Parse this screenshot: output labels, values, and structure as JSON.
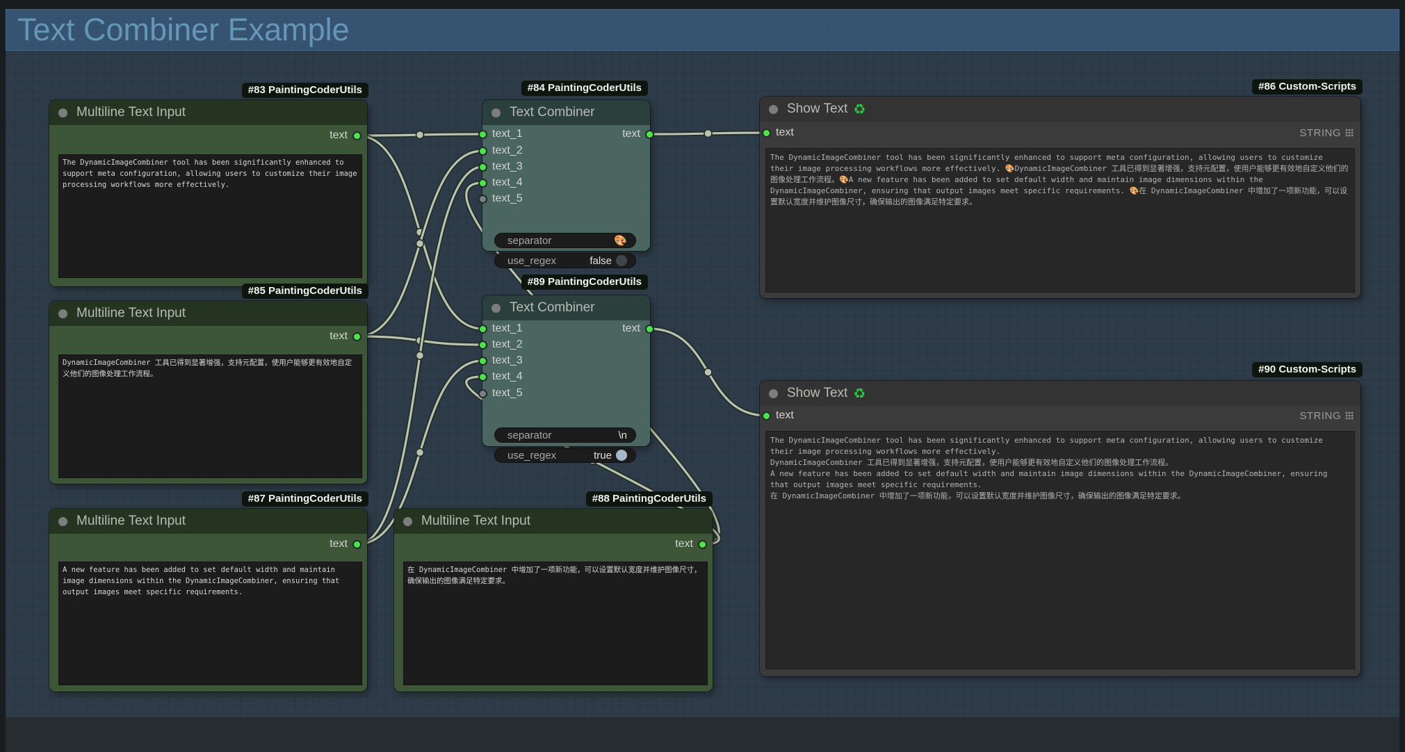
{
  "banner": {
    "title": "Text Combiner Example"
  },
  "colors": {
    "wire": "#b7c2b1",
    "wire_outline": "#232a23",
    "port_connected": "#4ce44c",
    "port_unconnected": "#7b8089",
    "toggle_true": "#a6b9cb",
    "toggle_false": "#41454d",
    "banner_text": "#6596b8",
    "show_text_icon": "#27c93f"
  },
  "nodes": {
    "input83": {
      "badge": "#83 PaintingCoderUtils",
      "title": "Multiline Text Input",
      "output_label": "text",
      "text": "The DynamicImageCombiner tool has been significantly enhanced to support meta configuration, allowing users to customize their image processing workflows more effectively."
    },
    "input85": {
      "badge": "#85 PaintingCoderUtils",
      "title": "Multiline Text Input",
      "output_label": "text",
      "text": "DynamicImageCombiner 工具已得到显著增强，支持元配置，使用户能够更有效地自定义他们的图像处理工作流程。"
    },
    "input87": {
      "badge": "#87 PaintingCoderUtils",
      "title": "Multiline Text Input",
      "output_label": "text",
      "text": "A new feature has been added to set default width and maintain image dimensions within the DynamicImageCombiner, ensuring that output images meet specific requirements."
    },
    "input88": {
      "badge": "#88 PaintingCoderUtils",
      "title": "Multiline Text Input",
      "output_label": "text",
      "text": "在 DynamicImageCombiner 中增加了一项新功能，可以设置默认宽度并维护图像尺寸，确保输出的图像满足特定要求。"
    },
    "combiner84": {
      "badge": "#84 PaintingCoderUtils",
      "title": "Text Combiner",
      "inputs": [
        "text_1",
        "text_2",
        "text_3",
        "text_4",
        "text_5"
      ],
      "output_label": "text",
      "separator_label": "separator",
      "separator_value": "🎨",
      "use_regex_label": "use_regex",
      "use_regex_value": "false"
    },
    "combiner89": {
      "badge": "#89 PaintingCoderUtils",
      "title": "Text Combiner",
      "inputs": [
        "text_1",
        "text_2",
        "text_3",
        "text_4",
        "text_5"
      ],
      "output_label": "text",
      "separator_label": "separator",
      "separator_value": "\\n",
      "use_regex_label": "use_regex",
      "use_regex_value": "true"
    },
    "show86": {
      "badge": "#86 Custom-Scripts",
      "title": "Show Text",
      "icon": "♻",
      "input_label": "text",
      "type_label": "STRING",
      "text": "The DynamicImageCombiner tool has been significantly enhanced to support meta configuration, allowing users to customize their image processing workflows more effectively. 🎨DynamicImageCombiner 工具已得到显著增强，支持元配置，使用户能够更有效地自定义他们的图像处理工作流程。🎨A new feature has been added to set default width and maintain image dimensions within the DynamicImageCombiner, ensuring that output images meet specific requirements. 🎨在 DynamicImageCombiner 中增加了一项新功能，可以设置默认宽度并维护图像尺寸，确保输出的图像满足特定要求。"
    },
    "show90": {
      "badge": "#90 Custom-Scripts",
      "title": "Show Text",
      "icon": "♻",
      "input_label": "text",
      "type_label": "STRING",
      "text": "The DynamicImageCombiner tool has been significantly enhanced to support meta configuration, allowing users to customize their image processing workflows more effectively.\nDynamicImageCombiner 工具已得到显著增强，支持元配置，使用户能够更有效地自定义他们的图像处理工作流程。\nA new feature has been added to set default width and maintain image dimensions within the DynamicImageCombiner, ensuring that output images meet specific requirements.\n在 DynamicImageCombiner 中增加了一项新功能，可以设置默认宽度并维护图像尺寸，确保输出的图像满足特定要求。"
    }
  },
  "links": [
    {
      "from": "input83:out",
      "to": "combiner84:in1"
    },
    {
      "from": "input83:out",
      "to": "combiner89:in1"
    },
    {
      "from": "input85:out",
      "to": "combiner84:in2"
    },
    {
      "from": "input85:out",
      "to": "combiner89:in2"
    },
    {
      "from": "input87:out",
      "to": "combiner84:in3"
    },
    {
      "from": "input87:out",
      "to": "combiner89:in3"
    },
    {
      "from": "input88:out",
      "to": "combiner84:in4"
    },
    {
      "from": "input88:out",
      "to": "combiner89:in4"
    },
    {
      "from": "combiner84:out",
      "to": "show86:in"
    },
    {
      "from": "combiner89:out",
      "to": "show90:in"
    }
  ]
}
